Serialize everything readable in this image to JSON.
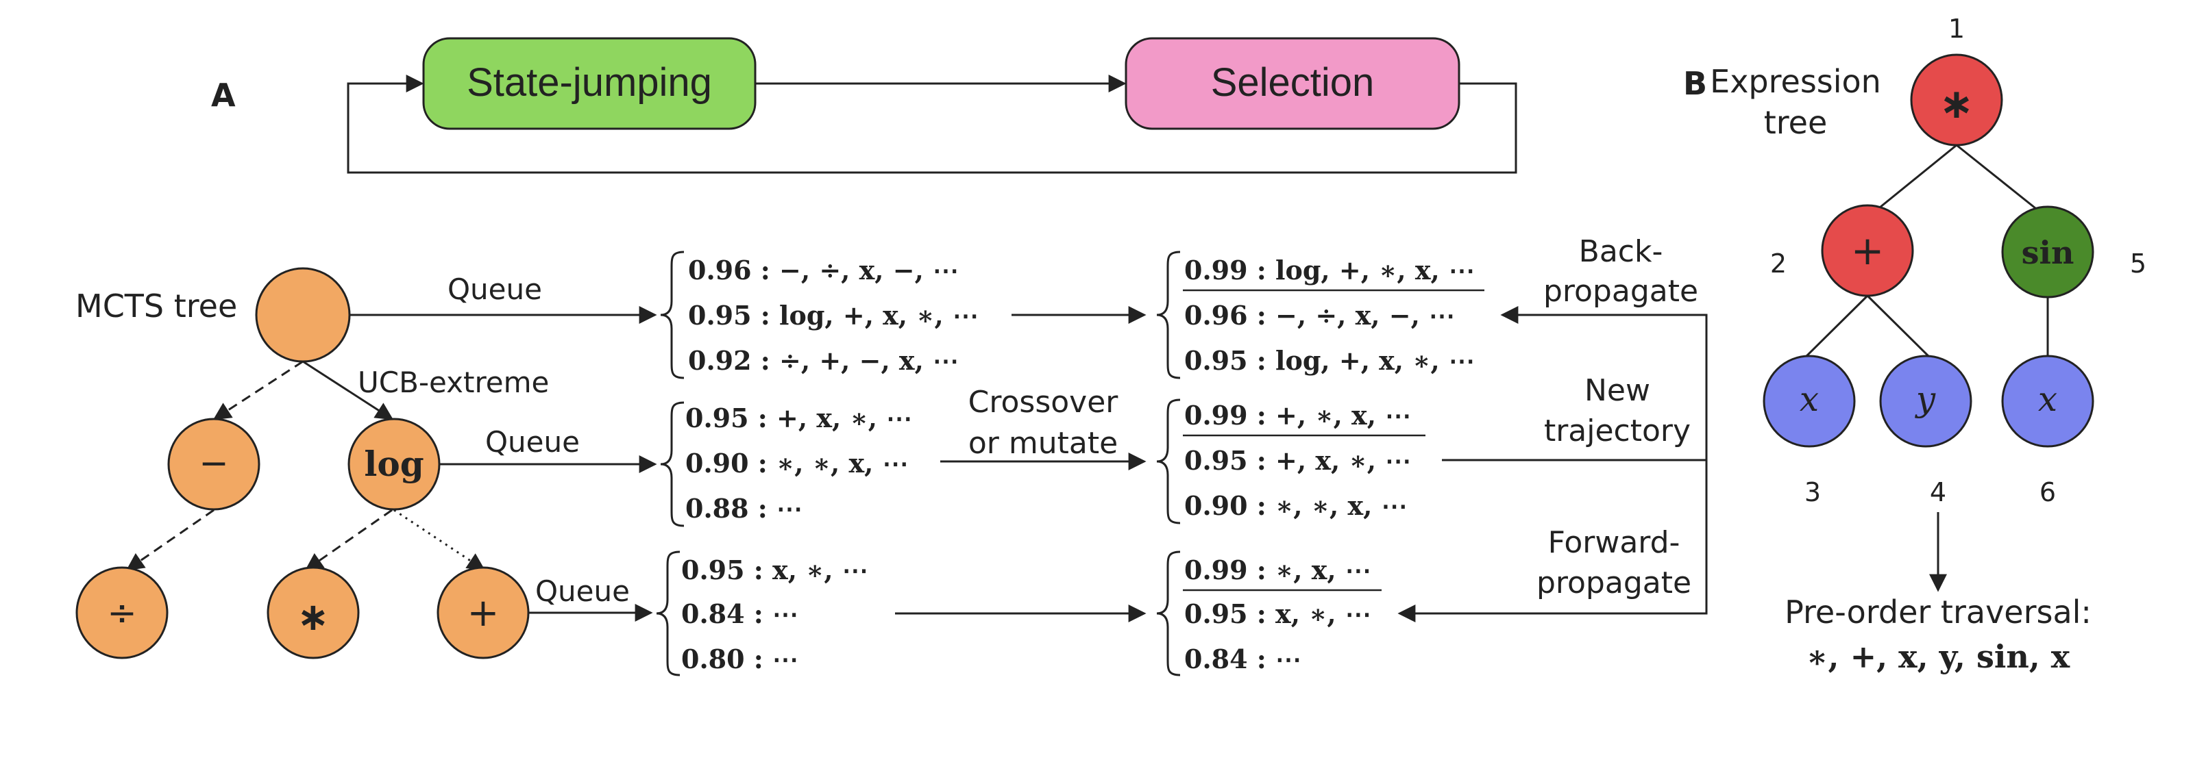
{
  "panel_a": {
    "label": "A",
    "loop": {
      "state_jumping": "State-jumping",
      "selection": "Selection"
    },
    "mcts_label": "MCTS tree",
    "edge_labels": {
      "queue_1": "Queue",
      "ucb": "UCB-extreme",
      "queue_2": "Queue",
      "queue_3": "Queue",
      "crossover_line1": "Crossover",
      "crossover_line2": "or mutate",
      "back_line1": "Back-",
      "back_line2": "propagate",
      "new_line1": "New",
      "new_line2": "trajectory",
      "forward_line1": "Forward-",
      "forward_line2": "propagate"
    },
    "nodes": {
      "minus": "−",
      "log": "log",
      "divide": "÷",
      "times": "∗",
      "plus": "+"
    },
    "queues": {
      "q1": [
        "0.96 : −, ÷, x, −, ⋯",
        "0.95 : log, +, x, ∗, ⋯",
        "0.92 : ÷, +, −, x, ⋯"
      ],
      "q2": [
        "0.95 : +, x, ∗, ⋯",
        "0.90 : ∗, ∗, x, ⋯",
        "0.88 : ⋯"
      ],
      "q3": [
        "0.95 : x, ∗, ⋯",
        "0.84 : ⋯",
        "0.80 : ⋯"
      ],
      "u1": [
        "0.99 : log, +, ∗, x, ⋯",
        "0.96 : −, ÷, x, −, ⋯",
        "0.95 : log, +, x, ∗, ⋯"
      ],
      "u2": [
        "0.99 : +, ∗, x, ⋯",
        "0.95 : +, x, ∗, ⋯",
        "0.90 : ∗, ∗, x, ⋯"
      ],
      "u3": [
        "0.99 : ∗, x, ⋯",
        "0.95 : x, ∗, ⋯",
        "0.84 : ⋯"
      ]
    }
  },
  "panel_b": {
    "label": "B",
    "title_line1": "Expression",
    "title_line2": "tree",
    "nodes": {
      "n1": "∗",
      "n2": "+",
      "n5": "sin",
      "n3": "x",
      "n4": "y",
      "n6": "x"
    },
    "indices": {
      "i1": "1",
      "i2": "2",
      "i5": "5",
      "i3": "3",
      "i4": "4",
      "i6": "6"
    },
    "traversal_label": "Pre-order traversal:",
    "traversal": "∗, +, x, y, sin, x"
  },
  "colors": {
    "state_jumping_fill": "#8fd65f",
    "selection_fill": "#f29ac8",
    "mcts_node_fill": "#f2a863",
    "red_node_fill": "#e54b4b",
    "green_node_fill": "#4a8a2a",
    "blue_node_fill": "#7a84ee"
  }
}
